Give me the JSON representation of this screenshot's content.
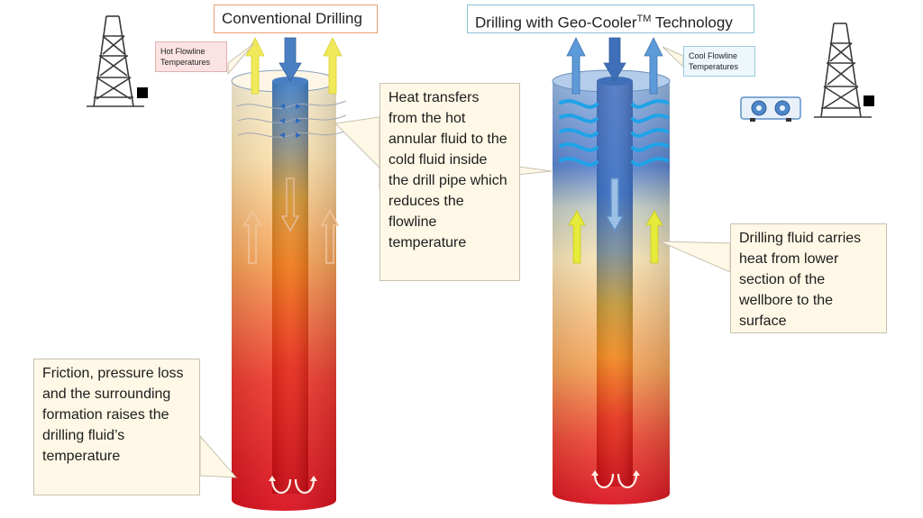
{
  "titles": {
    "conventional": "Conventional Drilling",
    "geocooler_prefix": "Drilling with Geo-Cooler",
    "geocooler_tm": "TM",
    "geocooler_suffix": " Technology"
  },
  "labels": {
    "hot_flowline": "Hot Flowline Temperatures",
    "cool_flowline": "Cool Flowline Temperatures"
  },
  "notes": {
    "heat_transfer": "Heat transfers from the hot annular fluid to the cold fluid inside the drill pipe which reduces the flowline temperature",
    "fluid_carries": "Drilling fluid carries heat from lower section of the wellbore to the surface",
    "friction": "Friction, pressure loss and the surrounding formation raises the drilling fluid’s temperature"
  },
  "colors": {
    "hot_red": "#e8202a",
    "warm_orange": "#f4a24a",
    "pale_yellow": "#fce9c0",
    "cool_blue": "#3f7fc8",
    "pipe_blue": "#4a7fc4",
    "arrow_yellow": "#f0ea5a",
    "swirl_blue": "#1fa3e8",
    "callout_fill": "#fff8e6"
  },
  "icons": {
    "derrick_left": "drilling-derrick-icon",
    "derrick_right": "drilling-derrick-icon",
    "cooler": "geo-cooler-unit-icon"
  }
}
